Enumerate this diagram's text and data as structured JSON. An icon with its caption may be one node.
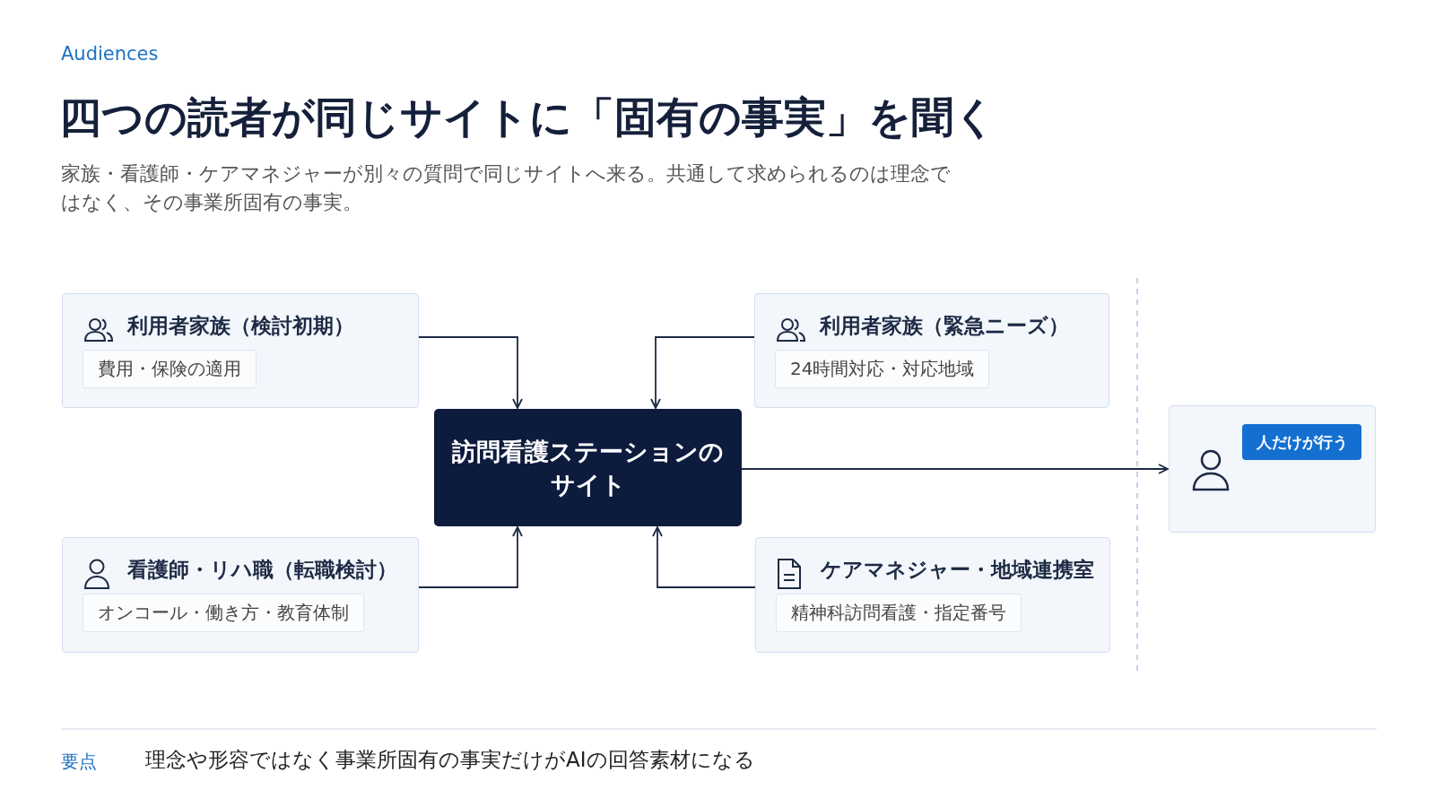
{
  "diagram": {
    "title": "四つの読者が同じサイトに「固有の事実」を聞く",
    "nodes": [
      {
        "text": [
          "利用者家族（検討初期）"
        ]
      },
      {
        "text": [
          "費用・保険の適用"
        ],
        "in": 0
      },
      {
        "text": [
          "利用者家族（緊急ニーズ）"
        ]
      },
      {
        "text": [
          "24時間対応・対応地域"
        ],
        "in": 2
      },
      {
        "text": [
          "訪問看護ステーションのサイト"
        ]
      },
      {
        "text": [],
        "shape": "box"
      },
      {
        "text": [
          "人だけが行う"
        ],
        "in": 5
      },
      {
        "text": [
          "看護師・リハ職（転職検討）"
        ]
      },
      {
        "text": [
          "オンコール・働き方・教育体制"
        ],
        "in": 7
      },
      {
        "text": [
          "ケアマネジャー・地域連携室"
        ]
      },
      {
        "text": [
          "精神科訪問看護・指定番号"
        ],
        "in": 9
      }
    ],
    "edges": [
      {
        "from": 0,
        "to": 4,
        "arrow": "to"
      },
      {
        "from": 2,
        "to": 4,
        "arrow": "to"
      },
      {
        "from": 7,
        "to": 4,
        "arrow": "to"
      },
      {
        "from": 9,
        "to": 4,
        "arrow": "to"
      },
      {
        "from": 4,
        "to": 5,
        "arrow": "to"
      }
    ],
    "labels": [
      "Audiences",
      "家族・看護師・ケアマネジャーが別々の質問で同じサイトへ来る。共通して求められるのは理念ではなく、その事業所固有の事実。",
      "要点",
      "理念や形容ではなく事業所固有の事実だけがAIの回答素材になる"
    ]
  }
}
